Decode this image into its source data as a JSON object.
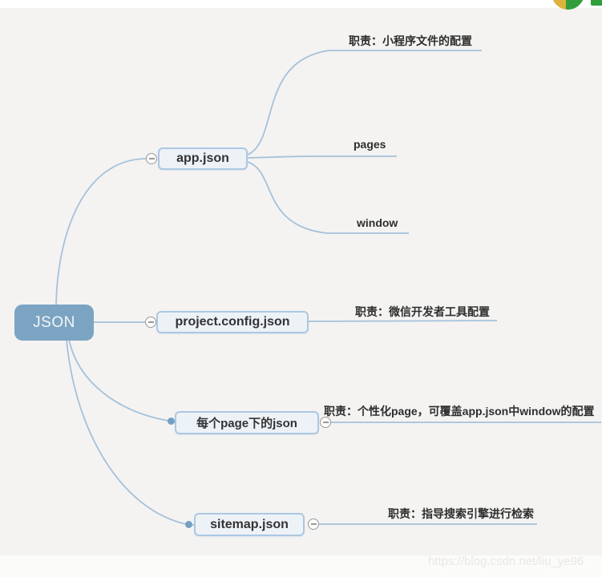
{
  "page": {
    "watermark": "https://blog.csdn.net/liu_ye96"
  },
  "colors": {
    "root_fill": "#7ba4c2",
    "node_fill": "#edf2f7",
    "node_border": "#abc8e2",
    "connector": "#a6c1d9",
    "text": "#333333",
    "collapse_icon": "#9a9a9a",
    "branch_dot": "#73a0c2",
    "watermark": "#e9e8e6",
    "logo_green": "#2f9e3b",
    "logo_yellow": "#dfb23c"
  },
  "mindmap": {
    "root": {
      "label": "JSON"
    },
    "branches": [
      {
        "label": "app.json",
        "children": [
          {
            "label": "职责：小程序文件的配置"
          },
          {
            "label": "pages"
          },
          {
            "label": "window"
          }
        ]
      },
      {
        "label": "project.config.json",
        "children": [
          {
            "label": "职责：微信开发者工具配置"
          }
        ]
      },
      {
        "label": "每个page下的json",
        "children": [
          {
            "label": "职责：个性化page，可覆盖app.json中window的配置"
          }
        ]
      },
      {
        "label": "sitemap.json",
        "children": [
          {
            "label": "职责：指导搜索引擎进行检索"
          }
        ]
      }
    ]
  }
}
